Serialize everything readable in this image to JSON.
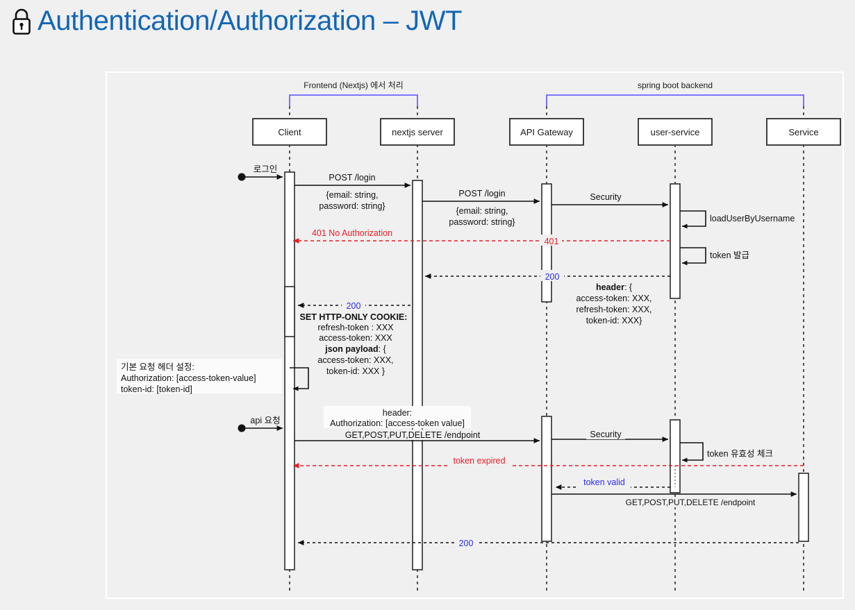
{
  "header": {
    "title": "Authentication/Authorization – JWT",
    "icon": "lock-icon",
    "color": "#1266b5"
  },
  "diagram": {
    "type": "sequence-diagram",
    "groups": [
      {
        "label": "Frontend (Nextjs) 에서 처리",
        "members": [
          "Client",
          "nextjs server"
        ],
        "color": "#6c63ff"
      },
      {
        "label": "spring boot backend",
        "members": [
          "API Gateway",
          "user-service",
          "Service"
        ],
        "color": "#6c63ff"
      }
    ],
    "participants": [
      {
        "name": "Client"
      },
      {
        "name": "nextjs server"
      },
      {
        "name": "API Gateway"
      },
      {
        "name": "user-service"
      },
      {
        "name": "Service"
      }
    ],
    "messages": [
      {
        "id": "m1",
        "from": "start",
        "to": "Client",
        "label": "로그인",
        "style": "solid"
      },
      {
        "id": "m2",
        "from": "Client",
        "to": "nextjs server",
        "label": "POST /login",
        "sub": "{email: string,\npassword: string}",
        "style": "solid"
      },
      {
        "id": "m3",
        "from": "nextjs server",
        "to": "API Gateway",
        "label": "POST /login",
        "sub": "{email: string,\npassword: string}",
        "style": "solid"
      },
      {
        "id": "m4",
        "from": "API Gateway",
        "to": "user-service",
        "label": "Security",
        "style": "solid"
      },
      {
        "id": "m5",
        "from": "user-service",
        "to": "user-service",
        "label": "loadUserByUsername",
        "style": "self"
      },
      {
        "id": "m6",
        "from": "user-service",
        "to": "Client",
        "label": "401 No Authorization",
        "label2": "401",
        "style": "dashed-red"
      },
      {
        "id": "m7",
        "from": "user-service",
        "to": "user-service",
        "label": "token 발급",
        "style": "self"
      },
      {
        "id": "m8",
        "from": "user-service",
        "to": "nextjs server",
        "label": "200",
        "style": "dashed-blue",
        "note": "header: {\naccess-token: XXX,\nrefresh-token: XXX,\ntoken-id: XXX}"
      },
      {
        "id": "m9",
        "from": "nextjs server",
        "to": "Client",
        "label": "200",
        "style": "dashed-blue",
        "note": "SET HTTP-ONLY COOKIE:\nrefresh-token : XXX\naccess-token: XXX\njson payload: {\naccess-token: XXX,\ntoken-id: XXX }"
      },
      {
        "id": "m10",
        "from": "Client",
        "to": "Client",
        "label": "기본 요청 헤더 설정:\nAuthorization:  [access-token-value]\ntoken-id: [token-id]",
        "style": "self-note"
      },
      {
        "id": "m11",
        "from": "start",
        "to": "Client",
        "label": "api 요청",
        "style": "solid"
      },
      {
        "id": "m12",
        "from": "Client",
        "to": "API Gateway",
        "label": "GET,POST,PUT,DELETE /endpoint",
        "note": "header:\nAuthorization: [access-token value]",
        "style": "solid"
      },
      {
        "id": "m13",
        "from": "API Gateway",
        "to": "user-service",
        "label": "Security",
        "style": "solid"
      },
      {
        "id": "m14",
        "from": "user-service",
        "to": "user-service",
        "label": "token 유효성 체크",
        "style": "self"
      },
      {
        "id": "m15",
        "from": "user-service",
        "to": "Client",
        "label": "token expired",
        "style": "dashed-red"
      },
      {
        "id": "m16",
        "from": "user-service",
        "to": "API Gateway",
        "label": "token valid",
        "style": "dashed-blue"
      },
      {
        "id": "m17",
        "from": "API Gateway",
        "to": "Service",
        "label": "GET,POST,PUT,DELETE /endpoint",
        "style": "solid"
      },
      {
        "id": "m18",
        "from": "Service",
        "to": "Client",
        "label": "200",
        "style": "dashed-blue"
      }
    ],
    "labels": {
      "group1": "Frontend (Nextjs) 에서 처리",
      "group2": "spring boot backend",
      "p1": "Client",
      "p2": "nextjs server",
      "p3": "API Gateway",
      "p4": "user-service",
      "p5": "Service",
      "login": "로그인",
      "post_login": "POST /login",
      "body_1": "{email: string,",
      "body_2": "password: string}",
      "post_login_2": "POST /login",
      "body2_1": "{email: string,",
      "body2_2": "password: string}",
      "security": "Security",
      "load_user": "loadUserByUsername",
      "err401_full": "401 No Authorization",
      "err401": "401",
      "token_issue": "token 발급",
      "ok200_a": "200",
      "hdr_title": "header",
      "hdr_colon": ": {",
      "hdr_l1": "access-token: XXX,",
      "hdr_l2": "refresh-token: XXX,",
      "hdr_l3": "token-id: XXX}",
      "ok200_b": "200",
      "cookie_title": "SET HTTP-ONLY COOKIE:",
      "cookie_l1": "refresh-token : XXX",
      "cookie_l2": "access-token: XXX",
      "payload_title": "json payload",
      "payload_colon": ": {",
      "payload_l1": "access-token: XXX,",
      "payload_l2": "token-id: XXX }",
      "note_l1": "기본 요청 헤더 설정:",
      "note_l2": "Authorization:  [access-token-value]",
      "note_l3": "token-id: [token-id]",
      "api_req": "api 요청",
      "hdr2_l1": "header:",
      "hdr2_l2": "Authorization: [access-token value]",
      "endpoint": "GET,POST,PUT,DELETE /endpoint",
      "security2": "Security",
      "token_check": "token 유효성 체크",
      "token_expired": "token expired",
      "token_valid": "token valid",
      "endpoint2": "GET,POST,PUT,DELETE /endpoint",
      "ok200_c": "200"
    }
  }
}
